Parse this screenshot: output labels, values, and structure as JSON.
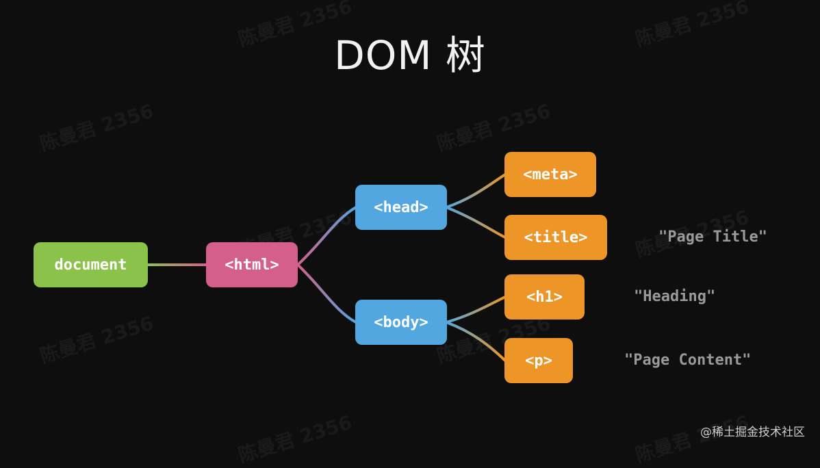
{
  "title": "DOM 树",
  "nodes": {
    "document": "document",
    "html": "<html>",
    "head": "<head>",
    "body": "<body>",
    "meta": "<meta>",
    "title_tag": "<title>",
    "h1": "<h1>",
    "p": "<p>"
  },
  "text_nodes": {
    "page_title": "\"Page Title\"",
    "heading": "\"Heading\"",
    "page_content": "\"Page Content\""
  },
  "watermark": "陈曼君 2356",
  "credit": "@稀土掘金技术社区",
  "colors": {
    "background": "#0e0e0e",
    "document": "#8bc34a",
    "html": "#d45f8a",
    "head_body": "#52a7e0",
    "leaf_elements": "#ee9527",
    "text_nodes": "#9a9a9a"
  }
}
